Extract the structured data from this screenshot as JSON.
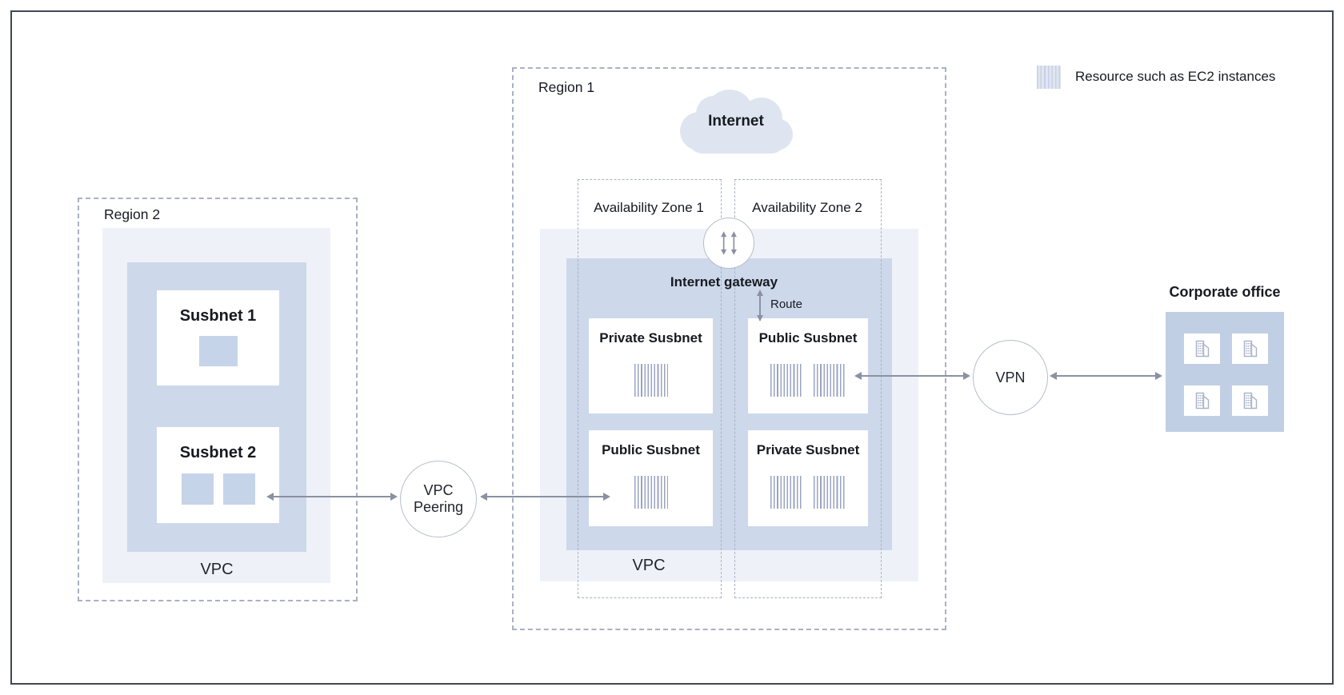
{
  "legend": {
    "label": "Resource such as EC2 instances"
  },
  "region1": {
    "label": "Region 1",
    "internet": "Internet",
    "internet_gateway": "Internet gateway",
    "route": "Route",
    "vpc": "VPC",
    "az1": {
      "label": "Availability Zone 1",
      "top_subnet": "Private Susbnet",
      "bottom_subnet": "Public Susbnet"
    },
    "az2": {
      "label": "Availability Zone 2",
      "top_subnet": "Public Susbnet",
      "bottom_subnet": "Private Susbnet"
    }
  },
  "region2": {
    "label": "Region 2",
    "vpc": "VPC",
    "subnet1": "Susbnet 1",
    "subnet2": "Susbnet 2"
  },
  "connectors": {
    "vpc_peering_line1": "VPC",
    "vpc_peering_line2": "Peering",
    "vpn": "VPN"
  },
  "corporate_office": {
    "label": "Corporate office"
  },
  "colors": {
    "container_light": "#eef2f8",
    "container_mid": "#cdd8ea",
    "resource_solid": "#c6d4e9",
    "resource_stripe": "#99a4c2",
    "corporate_box": "#c1cfe4",
    "cloud": "#dfe5f0",
    "dashed_border": "#aab1c4",
    "arrow": "#8b91a2",
    "text": "#171a21"
  }
}
